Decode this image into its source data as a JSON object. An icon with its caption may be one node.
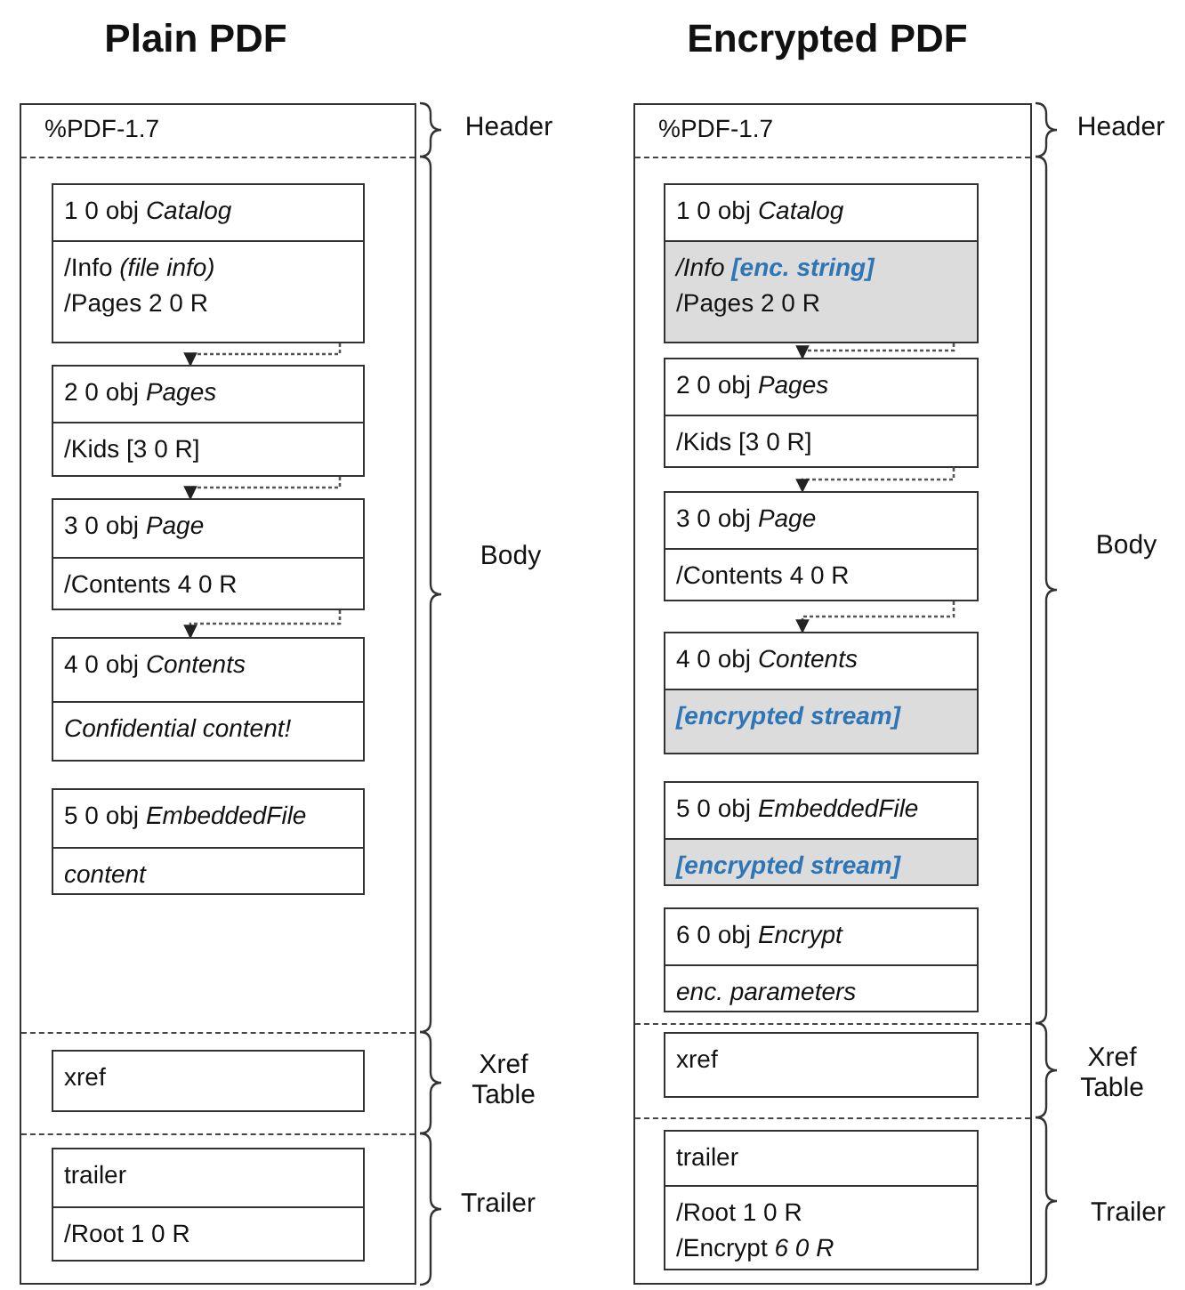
{
  "diagram": {
    "nodes": [
      {
        "text": [
          "Plain PDF",
          "%PDF-1.7"
        ]
      },
      {
        "text": [
          "1 0 obj *Catalog*",
          "/Info *(file info)*",
          "/Pages 2 0 R"
        ],
        "in": 0
      },
      {
        "text": [
          "2 0 obj *Pages*",
          "/Kids [3 0 R]"
        ],
        "in": 0
      },
      {
        "text": [
          "3 0 obj *Page*",
          "/Contents 4 0 R"
        ],
        "in": 0
      },
      {
        "text": [
          "4 0 obj *Contents*",
          "Confidential content!"
        ],
        "in": 0
      },
      {
        "text": [
          "5 0 obj *EmbeddedFile*",
          "content"
        ],
        "in": 0
      },
      {
        "text": [
          "xref"
        ],
        "in": 0
      },
      {
        "text": [
          "trailer",
          "/Root 1 0 R"
        ],
        "in": 0
      },
      {
        "text": [
          "Encrypted PDF",
          "%PDF-1.7"
        ]
      },
      {
        "text": [
          "1 0 obj *Catalog*",
          "/Info **[enc. string]**",
          "/Pages 2 0 R"
        ],
        "in": 8
      },
      {
        "text": [
          "2 0 obj *Pages*",
          "/Kids [3 0 R]"
        ],
        "in": 8
      },
      {
        "text": [
          "3 0 obj *Page*",
          "/Contents 4 0 R"
        ],
        "in": 8
      },
      {
        "text": [
          "4 0 obj *Contents*",
          "[encrypted stream]"
        ],
        "in": 8
      },
      {
        "text": [
          "5 0 obj *EmbeddedFile*",
          "[encrypted stream]"
        ],
        "in": 8
      },
      {
        "text": [
          "6 0 obj *Encrypt*",
          "enc. parameters"
        ],
        "in": 8
      },
      {
        "text": [
          "xref"
        ],
        "in": 8
      },
      {
        "text": [
          "trailer",
          "/Root 1 0 R",
          "/Encrypt *6 0 R*"
        ],
        "in": 8
      }
    ],
    "edges": [
      {
        "from": 1,
        "to": 2,
        "arrow": "to",
        "style": "dashed"
      },
      {
        "from": 2,
        "to": 3,
        "arrow": "to",
        "style": "dashed"
      },
      {
        "from": 3,
        "to": 4,
        "arrow": "to",
        "style": "dashed"
      },
      {
        "from": 9,
        "to": 10,
        "arrow": "to",
        "style": "dashed"
      },
      {
        "from": 10,
        "to": 11,
        "arrow": "to",
        "style": "dashed"
      },
      {
        "from": 11,
        "to": 12,
        "arrow": "to",
        "style": "dashed"
      }
    ],
    "labels": [
      "Header",
      "Body",
      "Xref Table",
      "Trailer",
      "Header",
      "Body",
      "Xref Table",
      "Trailer"
    ]
  }
}
